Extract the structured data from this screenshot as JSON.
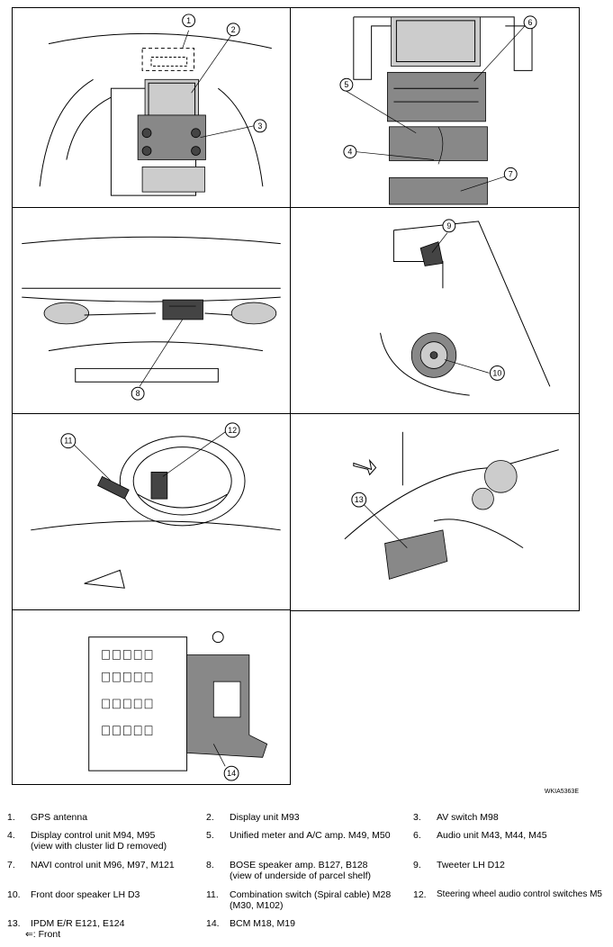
{
  "diagram_ref": "WKIA5363E",
  "callouts": {
    "p1": [
      "1",
      "2",
      "3"
    ],
    "p2": [
      "4",
      "5",
      "6",
      "7"
    ],
    "p3": [
      "8"
    ],
    "p4": [
      "9",
      "10"
    ],
    "p5": [
      "11",
      "12"
    ],
    "p6": [
      "13"
    ],
    "p7": [
      "14"
    ]
  },
  "legend": [
    {
      "num": "1.",
      "text": "GPS antenna"
    },
    {
      "num": "2.",
      "text": "Display unit M93"
    },
    {
      "num": "3.",
      "text": "AV switch M98"
    },
    {
      "num": "4.",
      "text": "Display control unit M94, M95",
      "sub": "(view with cluster lid D removed)"
    },
    {
      "num": "5.",
      "text": "Unified meter and A/C amp. M49, M50"
    },
    {
      "num": "6.",
      "text": "Audio unit M43, M44, M45"
    },
    {
      "num": "7.",
      "text": "NAVI control unit M96, M97, M121"
    },
    {
      "num": "8.",
      "text": "BOSE speaker amp. B127, B128",
      "sub": "(view of underside of parcel shelf)"
    },
    {
      "num": "9.",
      "text": "Tweeter LH D12"
    },
    {
      "num": "10.",
      "text": "Front door speaker LH D3"
    },
    {
      "num": "11.",
      "text": "Combination switch (Spiral cable) M28",
      "sub": "(M30, M102)"
    },
    {
      "num": "12.",
      "text": "Steering wheel audio control switches M5"
    },
    {
      "num": "13.",
      "text": "IPDM E/R E121, E124"
    },
    {
      "num": "14.",
      "text": "BCM M18, M19"
    }
  ],
  "front_note": "⇐: Front"
}
